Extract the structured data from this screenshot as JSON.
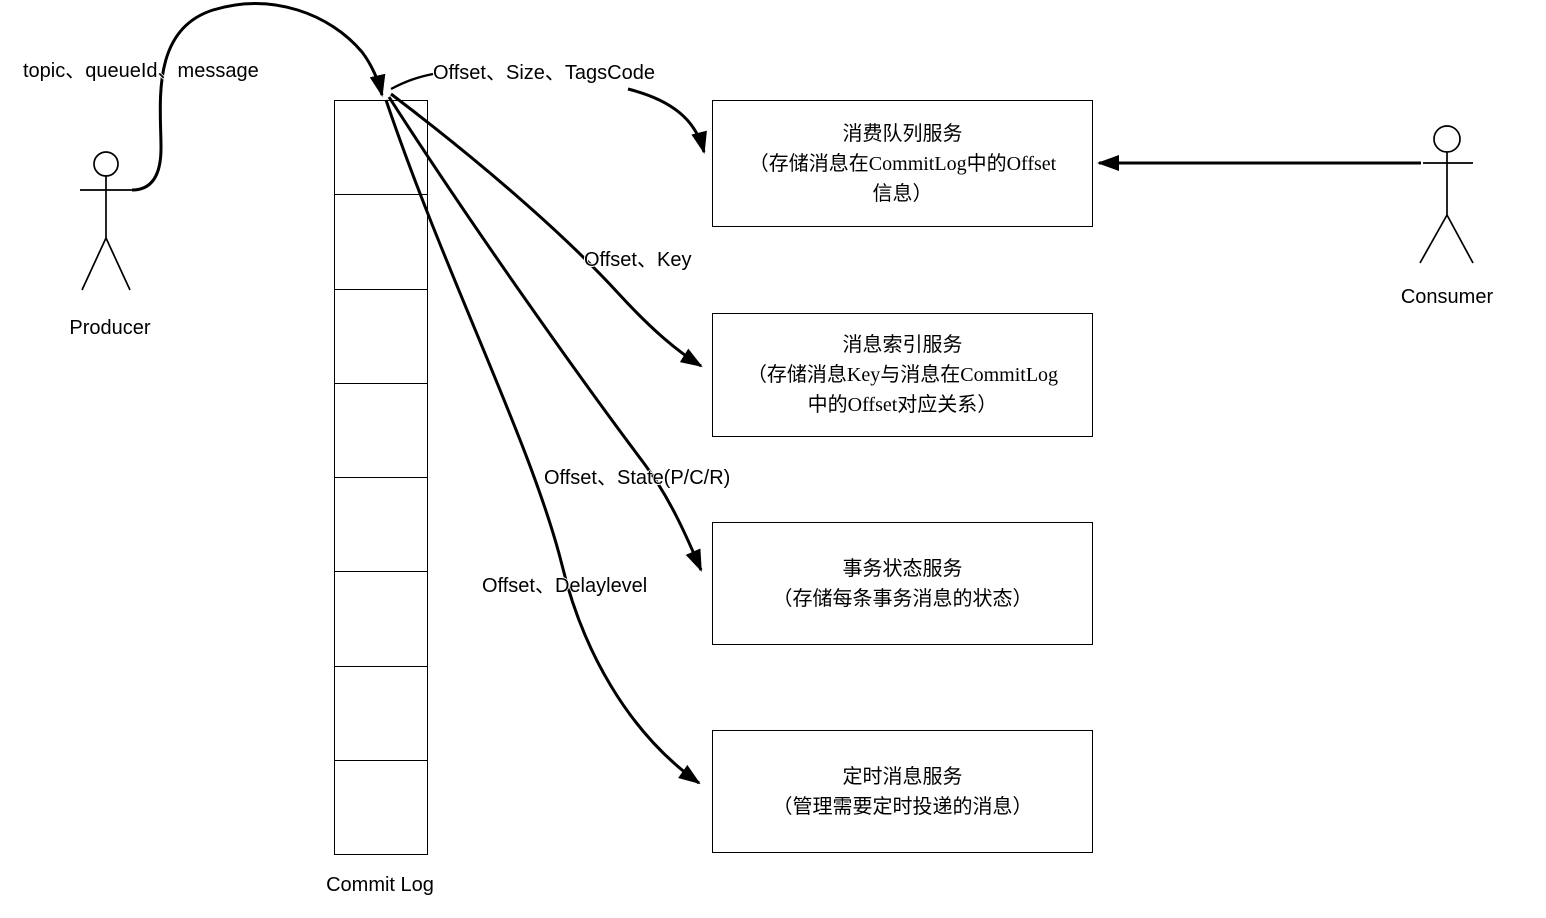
{
  "actors": {
    "producer": {
      "label": "Producer"
    },
    "consumer": {
      "label": "Consumer"
    }
  },
  "commit_log": {
    "label": "Commit Log",
    "cell_count": 8
  },
  "flow_labels": {
    "produce": "topic、queueId、message",
    "consume_queue": "Offset、Size、TagsCode",
    "index": "Offset、Key",
    "transaction": "Offset、State(P/C/R)",
    "schedule": "Offset、Delaylevel"
  },
  "services": {
    "consume_queue": {
      "text": "消费队列服务\n（存储消息在CommitLog中的Offset\n信息）"
    },
    "index": {
      "text": "消息索引服务\n（存储消息Key与消息在CommitLog\n中的Offset对应关系）"
    },
    "transaction": {
      "text": "事务状态服务\n（存储每条事务消息的状态）"
    },
    "schedule": {
      "text": "定时消息服务\n（管理需要定时投递的消息）"
    }
  },
  "colors": {
    "ink": "#000000",
    "background": "#ffffff"
  }
}
